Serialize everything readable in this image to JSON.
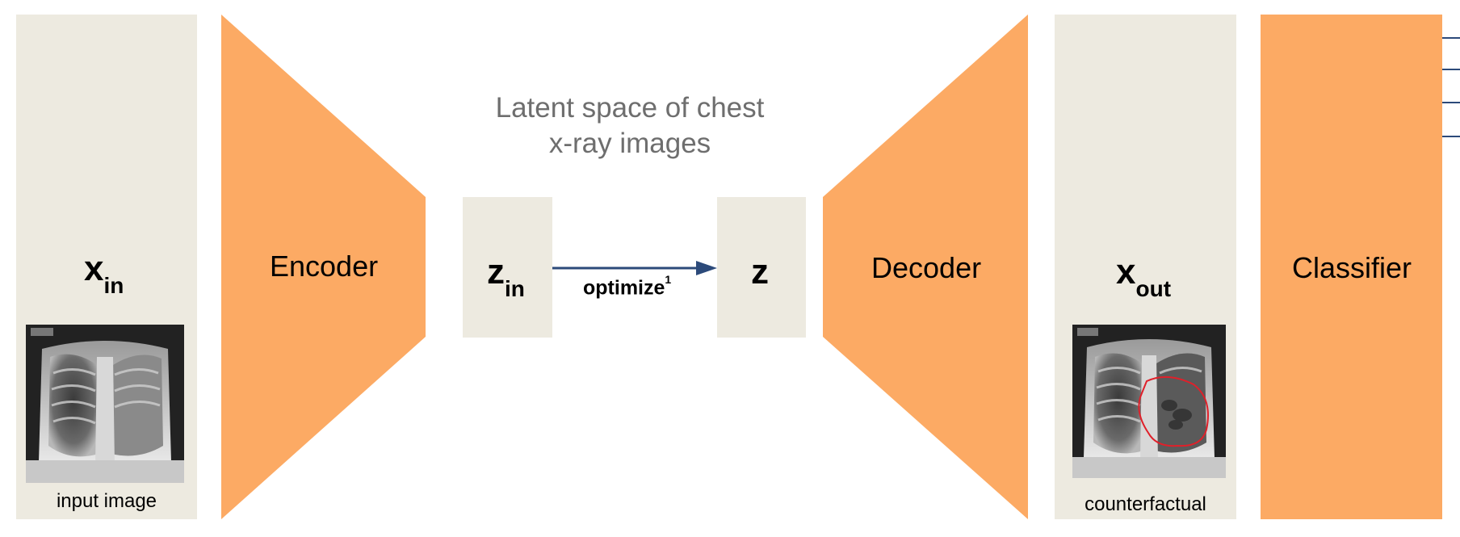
{
  "input_panel": {
    "symbol": "x",
    "symbol_sub": "in",
    "caption": "input image"
  },
  "encoder": {
    "label": "Encoder"
  },
  "latent": {
    "title_line1": "Latent space of chest",
    "title_line2": "x-ray images",
    "z_in_symbol": "z",
    "z_in_sub": "in",
    "z_symbol": "z",
    "optimize_label": "optimize",
    "optimize_footnote": "1"
  },
  "decoder": {
    "label": "Decoder"
  },
  "output_panel": {
    "symbol": "x",
    "symbol_sub": "out",
    "caption": "counterfactual"
  },
  "classifier": {
    "label": "Classifier"
  },
  "colors": {
    "panel": "#edeae0",
    "network_block": "#fcaa64",
    "arrow": "#2c4a7a",
    "highlight": "#e0202a"
  }
}
